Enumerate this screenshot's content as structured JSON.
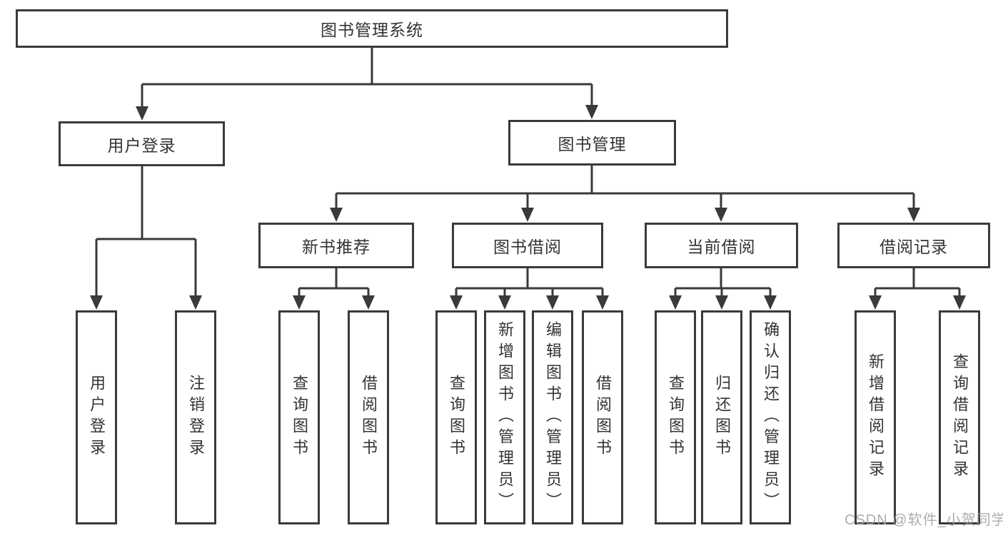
{
  "diagram": {
    "root_label": "图书管理系统",
    "level2": {
      "user_login": "用户登录",
      "book_management": "图书管理"
    },
    "level3": {
      "new_book": "新书推荐",
      "book_borrow": "图书借阅",
      "current_borrow": "当前借阅",
      "borrow_records": "借阅记录"
    },
    "leaves": {
      "user_login": "用户登录",
      "logout": "注销登录",
      "nb_query": "查询图书",
      "nb_borrow": "借阅图书",
      "bb_query": "查询图书",
      "bb_add": "新增图书（管理员）",
      "bb_edit": "编辑图书（管理员）",
      "bb_borrow": "借阅图书",
      "cb_query": "查询图书",
      "cb_return": "归还图书",
      "cb_confirm": "确认归还（管理员）",
      "br_add": "新增借阅记录",
      "br_query": "查询借阅记录"
    },
    "watermark": "CSDN @软件_小贺同学",
    "colors": {
      "line": "#3a3a3a",
      "text": "#333333",
      "watermark": "#9e9e9e"
    }
  }
}
